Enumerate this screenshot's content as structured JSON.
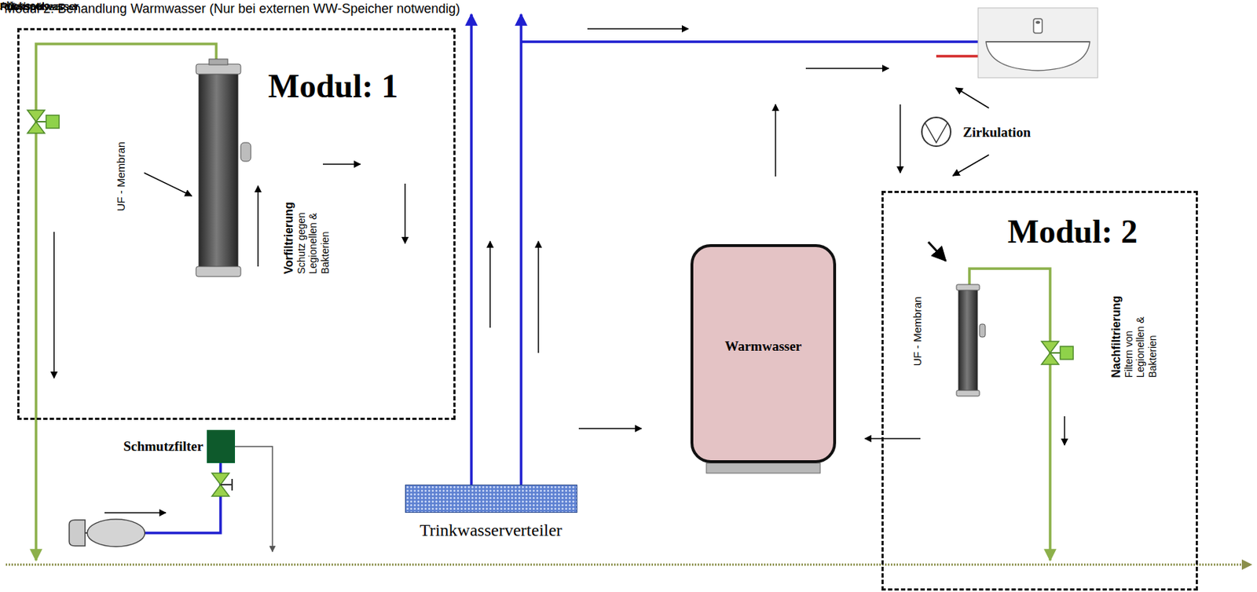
{
  "diagram": {
    "title": "Modul 2: Behandlung Warmwasser (Nur bei externen WW-Speicher notwendig)",
    "nodes": [
      {
        "text": [
          "Modul: 1"
        ]
      },
      {
        "text": [
          "UF - Membran"
        ],
        "in": 0
      },
      {
        "text": [
          "Schmutzfilter"
        ]
      },
      {
        "text": [
          "Trinkwasserverteiler"
        ]
      },
      {
        "text": [
          "Warmwasser"
        ]
      },
      {
        "text": [
          "Zirkulation"
        ]
      },
      {
        "text": [
          "Modul: 2"
        ]
      },
      {
        "text": [
          "UF - Membran"
        ],
        "in": 6
      }
    ],
    "edges": [
      {
        "from": 2,
        "to": 1,
        "arrow": "none"
      },
      {
        "from": 1,
        "to": 3,
        "arrow": "none"
      },
      {
        "from": 3,
        "to": 4,
        "arrow": "none"
      },
      {
        "from": 4,
        "to": 5,
        "arrow": "none"
      },
      {
        "from": 5,
        "to": 7,
        "arrow": "none"
      },
      {
        "from": 7,
        "to": 4,
        "arrow": "none"
      }
    ],
    "labels": [
      "Rückspülwasser",
      "Vorfiltrierung",
      "Schutz gegen Legionellen & Bakterien",
      "Rückspülwasser",
      "Frischwasser",
      "m³/h",
      "Abwasser",
      "Nachfiltrierung",
      "Filtern von Legionellen & Bakterien",
      "Rückspülwasser"
    ]
  }
}
